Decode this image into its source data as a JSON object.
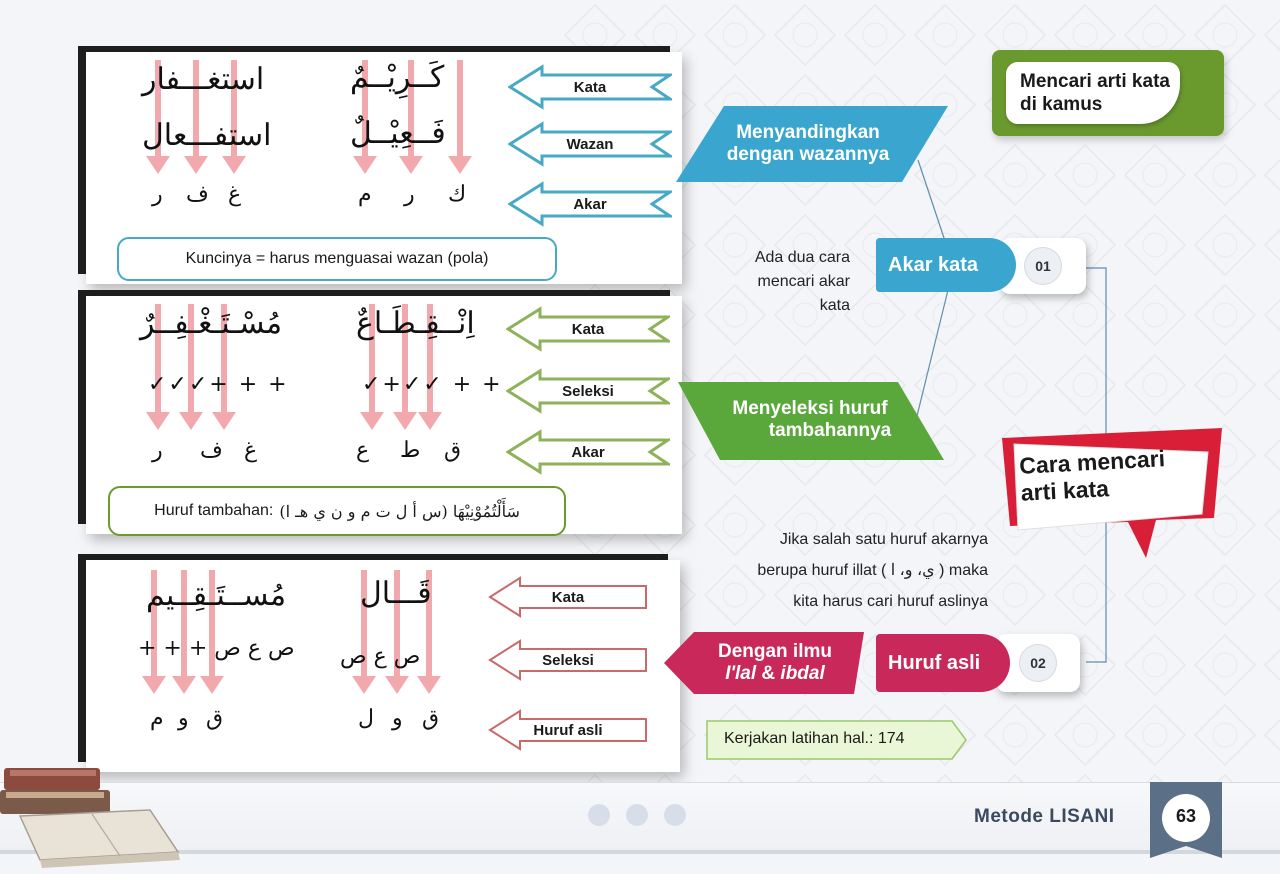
{
  "side_header": {
    "title": "Mencari arti kata di kamus"
  },
  "main_title": "Cara mencari arti kata",
  "section1": {
    "words": [
      "استغـــفار",
      "كَــرِيْــمٌ",
      "استفـــعال",
      "فَــعِيْــلٌ"
    ],
    "roots_left": [
      "ر",
      "ف",
      "غ"
    ],
    "roots_right": [
      "م",
      "ر",
      "ك"
    ],
    "labels": [
      "Kata",
      "Wazan",
      "Akar"
    ],
    "key_note": "Kuncinya = harus menguasai wazan (pola)",
    "banner": [
      "Menyandingkan",
      "dengan wazannya"
    ]
  },
  "section2": {
    "words": [
      "مُسْـتَـغْـفِــرٌ",
      "اِنْــقِـطَـاعٌ"
    ],
    "marks_left": "✓✓✓+ + +",
    "marks_right": "✓+✓✓ + +",
    "roots_left": [
      "ر",
      "ف",
      "غ"
    ],
    "roots_right": [
      "ع",
      "ط",
      "ق"
    ],
    "labels": [
      "Kata",
      "Seleksi",
      "Akar"
    ],
    "extra_note_prefix": "Huruf tambahan:",
    "extra_note_arabic": "سَأَلْتُمُوْنِيْهَا (س أ ل ت م و ن ي هـ ا)",
    "banner": [
      "Menyeleksi huruf",
      "tambahannya"
    ]
  },
  "section3": {
    "words": [
      "مُســتَـقِــيم",
      "قَـــال"
    ],
    "pattern_left": "ص ع ص + + +",
    "pattern_right": "ص ع ص",
    "roots_left": [
      "م",
      "و",
      "ق"
    ],
    "roots_right": [
      "ل",
      "و",
      "ق"
    ],
    "labels": [
      "Kata",
      "Seleksi",
      "Huruf asli"
    ],
    "banner_line1": "Dengan ilmu",
    "banner_line2_a": "I'lal",
    "banner_line2_b": " & ",
    "banner_line2_c": "ibdal",
    "exercise": "Kerjakan latihan hal.: 174"
  },
  "method1": {
    "tab": "Akar kata",
    "number": "01",
    "note": [
      "Ada dua cara",
      "mencari akar",
      "kata"
    ]
  },
  "method2": {
    "tab": "Huruf asli",
    "number": "02",
    "note": [
      "Jika salah satu huruf akarnya",
      "berupa huruf illat ( ي، و، ا ) maka",
      "kita harus cari huruf aslinya"
    ]
  },
  "footer": {
    "book": "Metode LISANI",
    "page": "63"
  },
  "colors": {
    "blue": "#3aa6cf",
    "green": "#5aa83c",
    "pink": "#c8285a",
    "olive": "#6c9a2f",
    "red": "#d81f37",
    "label_blue": "#47a9c3",
    "label_green": "#8db25a",
    "label_red": "#c96a6a"
  }
}
